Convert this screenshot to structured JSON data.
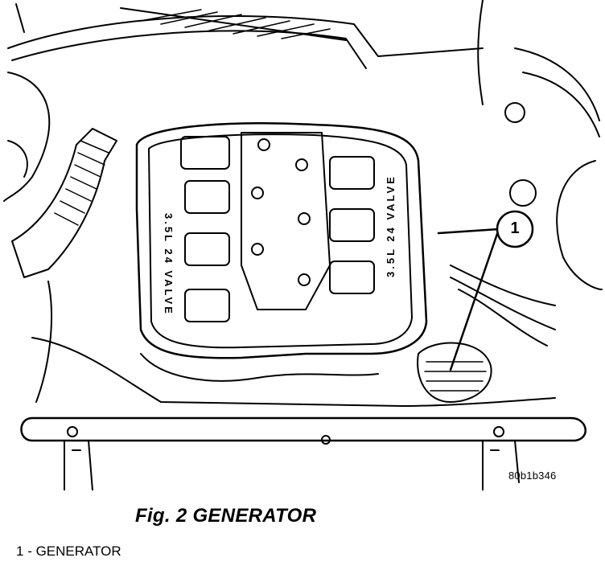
{
  "figure": {
    "reference_code": "80b1b346",
    "caption": "Fig. 2 GENERATOR",
    "callout_number": "1",
    "legend": [
      {
        "number": "1",
        "separator": " - ",
        "label": "GENERATOR"
      }
    ],
    "engine_cover_text_left": "3.5L 24 VALVE",
    "engine_cover_text_right": "3.5L 24 VALVE"
  }
}
